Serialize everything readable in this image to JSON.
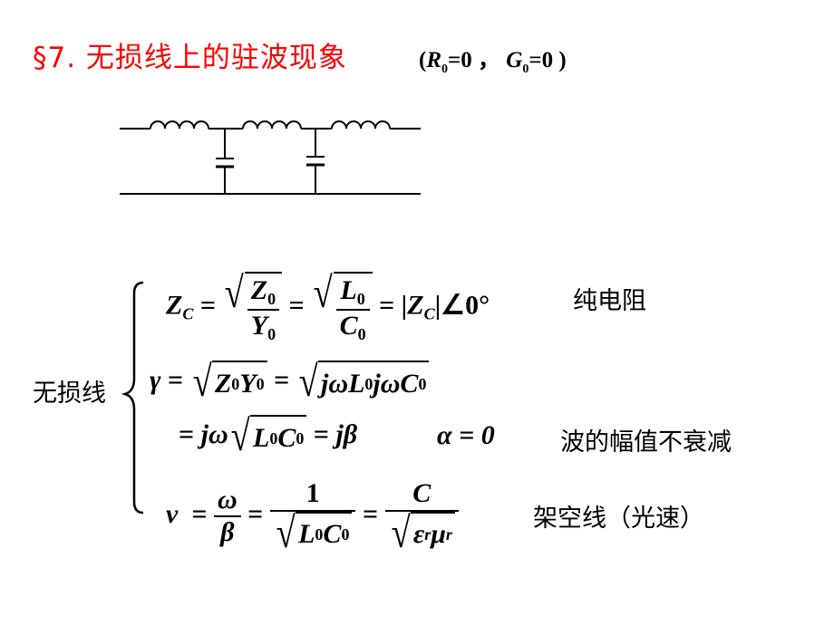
{
  "header": {
    "title": "§7. 无损线上的驻波现象",
    "condition": {
      "open": "(",
      "r_symbol": "R",
      "r_sub": "0",
      "r_eq": "=0 ，",
      "g_symbol": "G",
      "g_sub": "0",
      "g_eq": "=0 )"
    }
  },
  "circuit": {
    "description": "Lossless transmission line equivalent circuit: series inductors L0 with shunt capacitors C0",
    "inductor_count": 3,
    "capacitor_count": 2,
    "line_color": "#000000"
  },
  "brace_label": "无损线",
  "equations": {
    "zc": {
      "lhs": "Z",
      "lhs_sub": "C",
      "eq1": "=",
      "f1_num": "Z",
      "f1_num_sub": "0",
      "f1_den": "Y",
      "f1_den_sub": "0",
      "eq2": "=",
      "f2_num": "L",
      "f2_num_sub": "0",
      "f2_den": "C",
      "f2_den_sub": "0",
      "eq3": "=",
      "abs": "|Z",
      "abs_sub": "C",
      "abs_end": "|∠0°",
      "note": "纯电阻"
    },
    "gamma": {
      "lhs": "γ",
      "eq1": "=",
      "root1": "Z",
      "root1_sub1": "0",
      "root1_b": "Y",
      "root1_sub2": "0",
      "eq2": "=",
      "root2_a": "jωL",
      "root2_sub1": "0",
      "root2_b": "jωC",
      "root2_sub2": "0"
    },
    "gamma2": {
      "eq1": "=",
      "pre": "jω",
      "root_a": "L",
      "root_sub1": "0",
      "root_b": "C",
      "root_sub2": "0",
      "eq2": "=",
      "rhs": "jβ",
      "alpha": "α = 0",
      "note": "波的幅值不衰减"
    },
    "velocity": {
      "lhs": "v",
      "eq1": "=",
      "f1_num": "ω",
      "f1_den": "β",
      "eq2": "=",
      "f2_num": "1",
      "f2_den_a": "L",
      "f2_den_sub1": "0",
      "f2_den_b": "C",
      "f2_den_sub2": "0",
      "eq3": "=",
      "f3_num": "C",
      "f3_den_a": "ε",
      "f3_den_sub1": "r",
      "f3_den_b": "μ",
      "f3_den_sub2": "r",
      "note": "架空线（光速）"
    }
  }
}
